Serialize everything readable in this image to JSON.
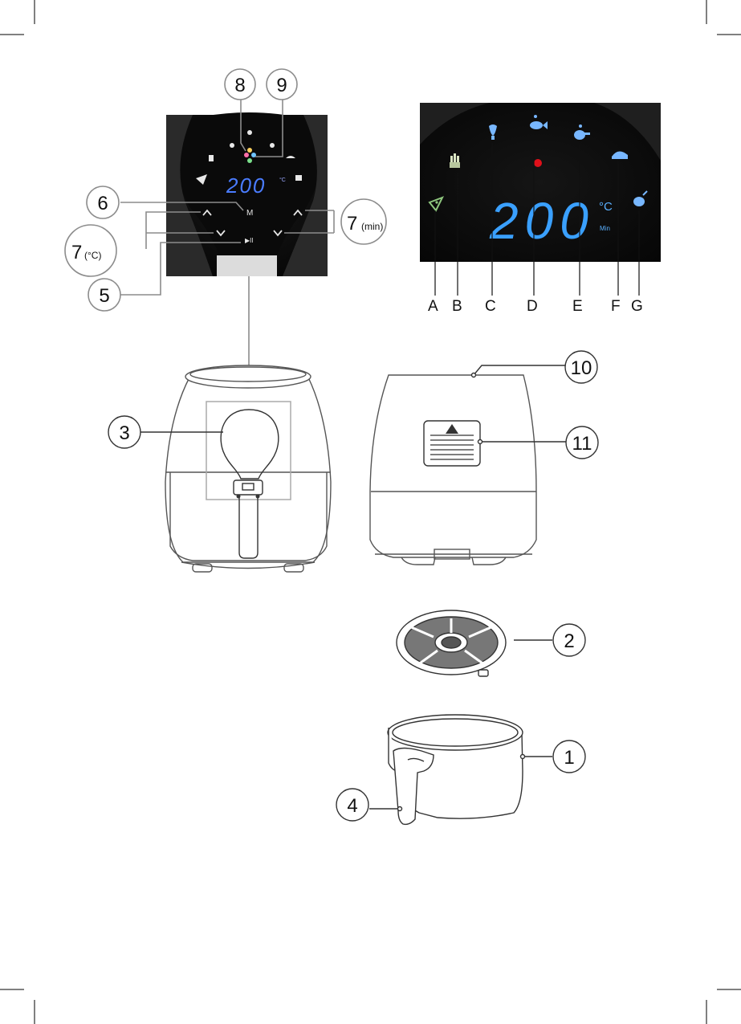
{
  "callouts": {
    "c1": "1",
    "c2": "2",
    "c3": "3",
    "c4": "4",
    "c5": "5",
    "c6": "6",
    "c7a_num": "7",
    "c7a_unit": "(min)",
    "c7b_num": "7",
    "c7b_unit": "(°C)",
    "c8": "8",
    "c9": "9",
    "c10": "10",
    "c11": "11"
  },
  "control_panel": {
    "display_value": "200",
    "unit_celsius": "°C",
    "menu_button_label": "M",
    "start_pause_symbol": "▶II"
  },
  "display_zoom": {
    "temperature": "200",
    "unit_celsius": "°C",
    "unit_min": "Min",
    "accent_color": "#3aa0ff",
    "indicator_color": "#e0101a",
    "program_icons": [
      "pizza-icon",
      "fries-icon",
      "shrimp-icon",
      "fish-icon",
      "chicken-leg-icon",
      "cake-icon",
      "meat-icon"
    ]
  },
  "program_letters": {
    "a": "A",
    "b": "B",
    "c": "C",
    "d": "D",
    "e": "E",
    "f": "F",
    "g": "G"
  }
}
